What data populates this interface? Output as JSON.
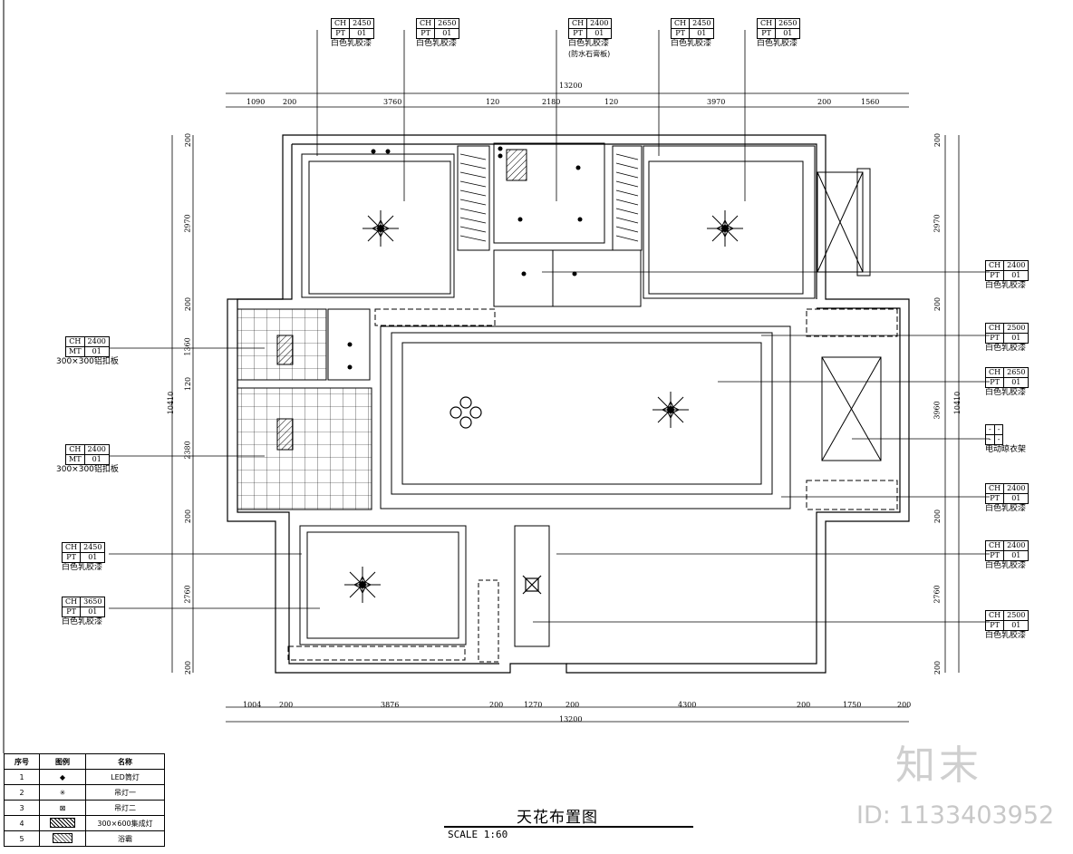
{
  "title": "天花布置图",
  "scale": "SCALE 1:60",
  "watermark": {
    "logo": "知末",
    "id": "ID: 1133403952"
  },
  "dims_top": {
    "total": "13200",
    "segments": [
      "1090",
      "200",
      "3760",
      "120",
      "2180",
      "120",
      "3970",
      "200",
      "1560"
    ]
  },
  "dims_bottom": {
    "total": "13200",
    "segments": [
      "1004",
      "200",
      "3876",
      "200",
      "1270",
      "200",
      "4300",
      "200",
      "1750",
      "200"
    ]
  },
  "dims_left": {
    "total": "10410",
    "segments": [
      "200",
      "2970",
      "200",
      "1360",
      "120",
      "2380",
      "200",
      "2760",
      "200"
    ]
  },
  "dims_right": {
    "total": "10410",
    "segments": [
      "200",
      "2970",
      "200",
      "3960",
      "200",
      "2760",
      "200"
    ]
  },
  "tags": [
    {
      "r1k": "CH",
      "r1v": "2450",
      "r2k": "PT",
      "r2v": "01",
      "desc": "白色乳胶漆",
      "extra": ""
    },
    {
      "r1k": "CH",
      "r1v": "2650",
      "r2k": "PT",
      "r2v": "01",
      "desc": "白色乳胶漆",
      "extra": ""
    },
    {
      "r1k": "CH",
      "r1v": "2400",
      "r2k": "PT",
      "r2v": "01",
      "desc": "白色乳胶漆",
      "extra": "(防水石膏板)"
    },
    {
      "r1k": "CH",
      "r1v": "2450",
      "r2k": "PT",
      "r2v": "01",
      "desc": "白色乳胶漆",
      "extra": ""
    },
    {
      "r1k": "CH",
      "r1v": "2650",
      "r2k": "PT",
      "r2v": "01",
      "desc": "白色乳胶漆",
      "extra": ""
    },
    {
      "r1k": "CH",
      "r1v": "2400",
      "r2k": "MT",
      "r2v": "01",
      "desc": "300×300铝扣板",
      "extra": ""
    },
    {
      "r1k": "CH",
      "r1v": "2400",
      "r2k": "MT",
      "r2v": "01",
      "desc": "300×300铝扣板",
      "extra": ""
    },
    {
      "r1k": "CH",
      "r1v": "2450",
      "r2k": "PT",
      "r2v": "01",
      "desc": "白色乳胶漆",
      "extra": ""
    },
    {
      "r1k": "CH",
      "r1v": "3650",
      "r2k": "PT",
      "r2v": "01",
      "desc": "白色乳胶漆",
      "extra": ""
    },
    {
      "r1k": "CH",
      "r1v": "2400",
      "r2k": "PT",
      "r2v": "01",
      "desc": "白色乳胶漆",
      "extra": ""
    },
    {
      "r1k": "CH",
      "r1v": "2500",
      "r2k": "PT",
      "r2v": "01",
      "desc": "白色乳胶漆",
      "extra": ""
    },
    {
      "r1k": "CH",
      "r1v": "2650",
      "r2k": "PT",
      "r2v": "01",
      "desc": "白色乳胶漆",
      "extra": ""
    },
    {
      "r1k": "-",
      "r1v": "-",
      "r2k": "-",
      "r2v": "-",
      "desc": "电动晾衣架",
      "extra": ""
    },
    {
      "r1k": "CH",
      "r1v": "2400",
      "r2k": "PT",
      "r2v": "01",
      "desc": "白色乳胶漆",
      "extra": ""
    },
    {
      "r1k": "CH",
      "r1v": "2400",
      "r2k": "PT",
      "r2v": "01",
      "desc": "白色乳胶漆",
      "extra": ""
    },
    {
      "r1k": "CH",
      "r1v": "2500",
      "r2k": "PT",
      "r2v": "01",
      "desc": "白色乳胶漆",
      "extra": ""
    }
  ],
  "legend": {
    "headers": [
      "序号",
      "图例",
      "名称"
    ],
    "rows": [
      {
        "no": "1",
        "icon": "led-spot-icon",
        "name": "LED筒灯"
      },
      {
        "no": "2",
        "icon": "pendant-lamp-1-icon",
        "name": "吊灯一"
      },
      {
        "no": "3",
        "icon": "pendant-lamp-2-icon",
        "name": "吊灯二"
      },
      {
        "no": "4",
        "icon": "integrated-lamp-icon",
        "name": "300×600集成灯"
      },
      {
        "no": "5",
        "icon": "bath-heater-icon",
        "name": "浴霸"
      }
    ]
  }
}
